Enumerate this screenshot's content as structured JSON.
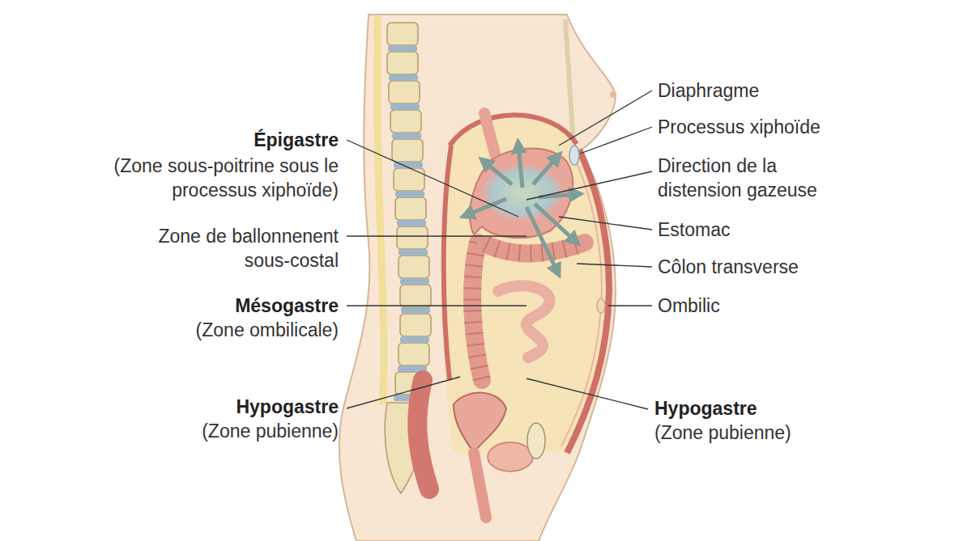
{
  "diagram": {
    "labels": [
      "Épigastre",
      "(Zone sous-poitrine sous le processus xiphoïde)",
      "Zone de ballonnenent sous-costal",
      "Mésogastre",
      "(Zone ombilicale)",
      "Hypogastre",
      "(Zone pubienne)",
      "Diaphragme",
      "Processus xiphoïde",
      "Direction de la distension gazeuse",
      "Estomac",
      "Côlon transverse",
      "Ombilic",
      "Hypogastre",
      "(Zone pubienne)"
    ]
  }
}
